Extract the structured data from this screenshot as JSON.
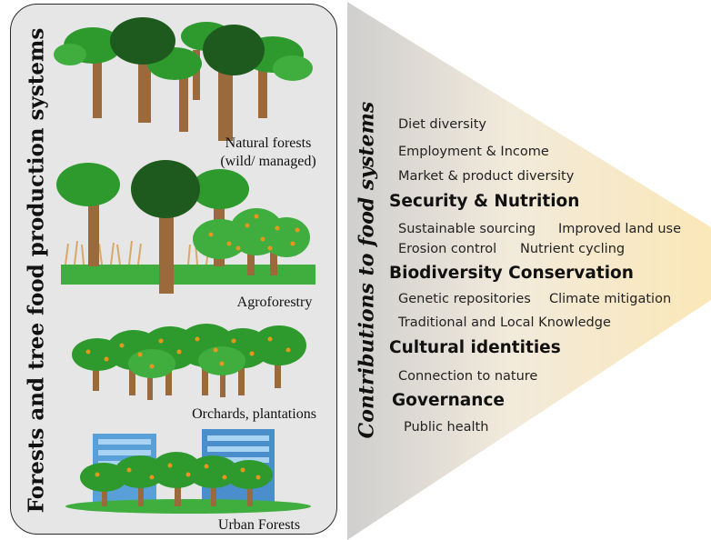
{
  "left_panel": {
    "title": "Forests and tree food production systems",
    "systems": [
      {
        "label_line1": "Natural forests",
        "label_line2": "(wild/ managed)"
      },
      {
        "label_line1": "Agroforestry",
        "label_line2": ""
      },
      {
        "label_line1": "Orchards, plantations",
        "label_line2": ""
      },
      {
        "label_line1": "Urban Forests",
        "label_line2": ""
      }
    ]
  },
  "right_panel": {
    "title": "Contributions to food systems",
    "lines": [
      {
        "text": "Diet diversity",
        "style": "small"
      },
      {
        "text": "Employment & Income",
        "style": "small"
      },
      {
        "text": "Market & product diversity",
        "style": "small"
      },
      {
        "text": "Security & Nutrition",
        "style": "head"
      },
      {
        "text": "Sustainable sourcing",
        "style": "small"
      },
      {
        "text": "Improved land use",
        "style": "small"
      },
      {
        "text": "Erosion control",
        "style": "small"
      },
      {
        "text": "Nutrient cycling",
        "style": "small"
      },
      {
        "text": "Biodiversity Conservation",
        "style": "head"
      },
      {
        "text": "Genetic repositories",
        "style": "small"
      },
      {
        "text": "Climate mitigation",
        "style": "small"
      },
      {
        "text": "Traditional and Local Knowledge",
        "style": "small"
      },
      {
        "text": "Cultural identities",
        "style": "head"
      },
      {
        "text": "Connection to nature",
        "style": "small"
      },
      {
        "text": "Governance",
        "style": "head"
      },
      {
        "text": "Public health",
        "style": "small"
      }
    ]
  },
  "colors": {
    "panel_bg": "#e6e6e6",
    "funnel_gray": "#cfcfcf",
    "funnel_yellow": "#fbe8b8",
    "tree_dark": "#1e5a1e",
    "tree_light": "#2e9a2e",
    "fruit": "#e8951e",
    "trunk": "#9a6a3c"
  }
}
